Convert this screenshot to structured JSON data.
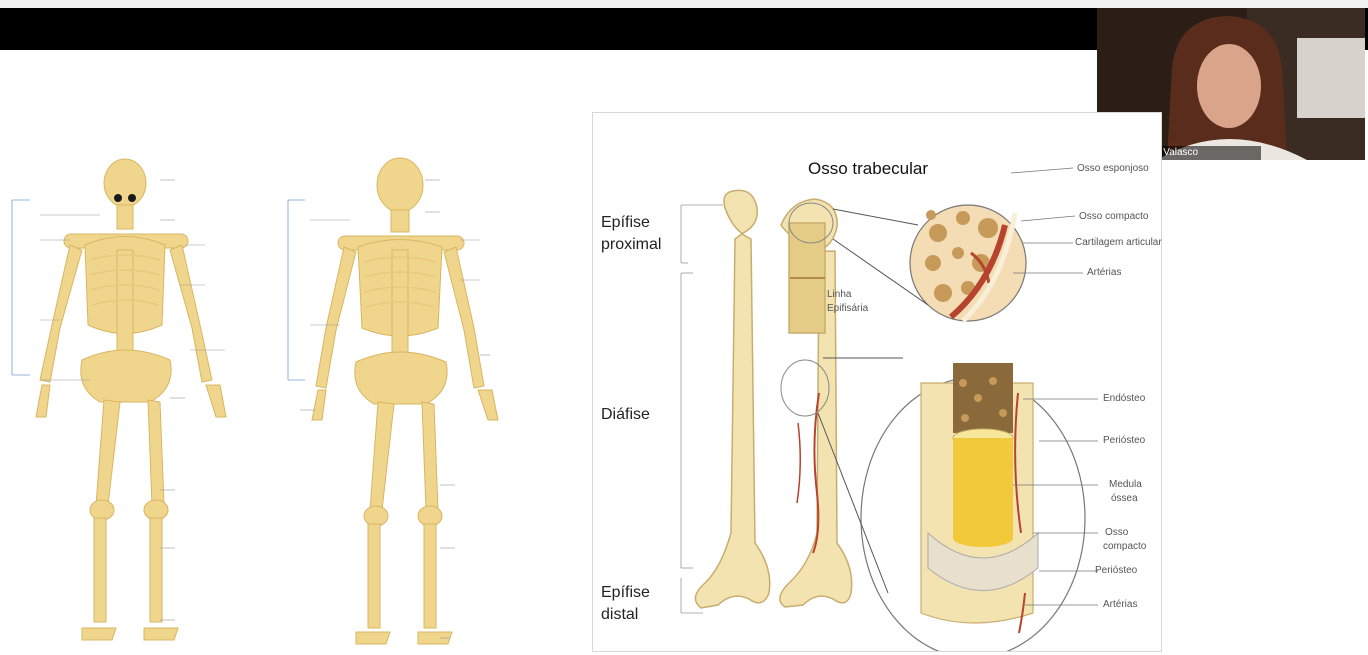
{
  "video_call": {
    "participant_name": "Maria Helena Valasco"
  },
  "bone_diagram": {
    "title": "Osso trabecular",
    "labels": {
      "epifise_proximal_1": "Epífise",
      "epifise_proximal_2": "proximal",
      "diafise": "Diáfise",
      "epifise_distal_1": "Epífise",
      "epifise_distal_2": "distal",
      "linha_epifisaria_1": "Linha",
      "linha_epifisaria_2": "Epifisária",
      "osso_esponjoso": "Osso esponjoso",
      "osso_compacto": "Osso compacto",
      "cartilagem_articular": "Cartilagem articular",
      "arterias_top": "Artérias",
      "endosteo": "Endósteo",
      "periosteo_1": "Periósteo",
      "medula_1": "Medula",
      "medula_2": "óssea",
      "osso_compacto_b1": "Osso",
      "osso_compacto_b2": "compacto",
      "periosteo_2": "Periósteo",
      "arterias_bottom": "Artérias"
    }
  },
  "colors": {
    "bone": "#f0dc9c",
    "bone_shadow": "#d9b86a",
    "marrow": "#f2c93a",
    "artery": "#b5432e",
    "spongy": "#c79a5a"
  }
}
